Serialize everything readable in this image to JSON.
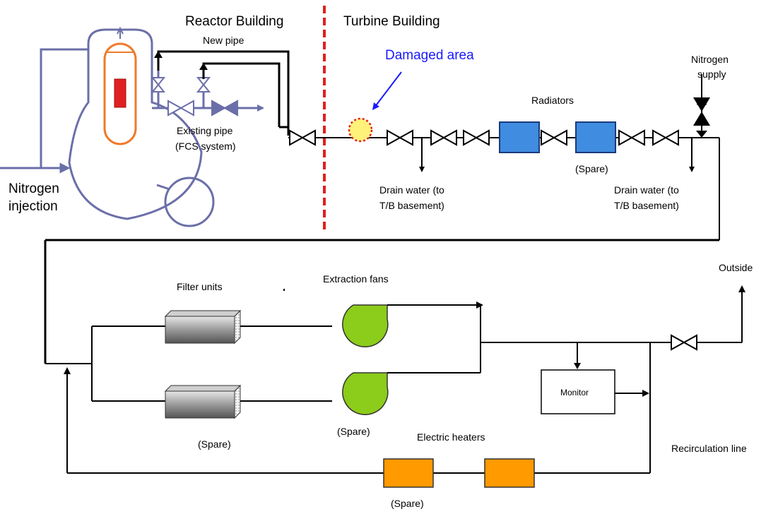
{
  "buildings": {
    "reactor": "Reactor Building",
    "turbine": "Turbine Building"
  },
  "labels": {
    "new_pipe": "New pipe",
    "damaged_area": "Damaged area",
    "nitrogen_supply_1": "Nitrogen",
    "nitrogen_supply_2": "supply",
    "radiators": "Radiators",
    "existing_pipe_1": "Existing pipe",
    "existing_pipe_2": "(FCS system)",
    "radiator_spare": "(Spare)",
    "nitrogen_injection_1": "Nitrogen",
    "nitrogen_injection_2": "injection",
    "drain_1_line1": "Drain water (to",
    "drain_1_line2": "T/B basement)",
    "drain_2_line1": "Drain water (to",
    "drain_2_line2": "T/B basement)",
    "outside": "Outside",
    "filter_units": "Filter units",
    "extraction_fans": "Extraction fans",
    "monitor": "Monitor",
    "filter_spare": "(Spare)",
    "fan_spare": "(Spare)",
    "electric_heaters": "Electric heaters",
    "recirculation_line": "Recirculation line",
    "heater_spare": "(Spare)"
  },
  "colors": {
    "pipe": "#000000",
    "vessel": "#6b6fa8",
    "reactor_core": "#f07a2a",
    "core_rod": "#e02020",
    "divider": "#e02020",
    "damaged_fill": "#fff27a",
    "damaged_label": "#1a1aff",
    "radiator": "#3f8ce0",
    "fan": "#8ccc1a",
    "heater": "#ff9a00"
  }
}
